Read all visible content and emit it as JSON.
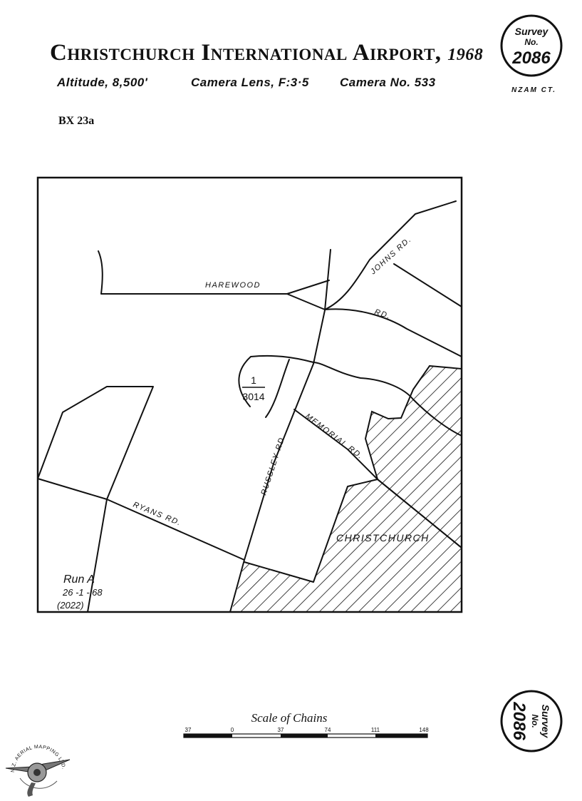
{
  "title": {
    "main": "Christchurch International Airport,",
    "year": "1968"
  },
  "subtitle": {
    "altitude": "Altitude, 8,500'",
    "lens": "Camera Lens, F:3·5",
    "camera": "Camera No. 533"
  },
  "reference_code": "BX 23a",
  "survey_stamp": {
    "line1": "Survey",
    "line2": "No.",
    "number": "2086"
  },
  "maker_code": "NZAM CT.",
  "map": {
    "roads": {
      "harewood": "HAREWOOD",
      "rd": "RD.",
      "johns": "JOHNS RD.",
      "memorial": "MEMORIAL RD.",
      "russley": "RUSSLEY RD.",
      "ryans": "RYANS RD."
    },
    "photo_number": {
      "top": "1",
      "bottom": "3014"
    },
    "area_label": "CHRISTCHURCH",
    "run": {
      "label": "Run A",
      "date": "26 -1 - 68",
      "code": "(2022)"
    }
  },
  "scale_bar": {
    "title": "Scale of Chains",
    "ticks": [
      "37",
      "0",
      "37",
      "74",
      "111",
      "148"
    ]
  },
  "logo": {
    "text": "N.Z. AERIAL MAPPING LTD."
  },
  "colors": {
    "ink": "#111111",
    "paper": "#ffffff"
  }
}
